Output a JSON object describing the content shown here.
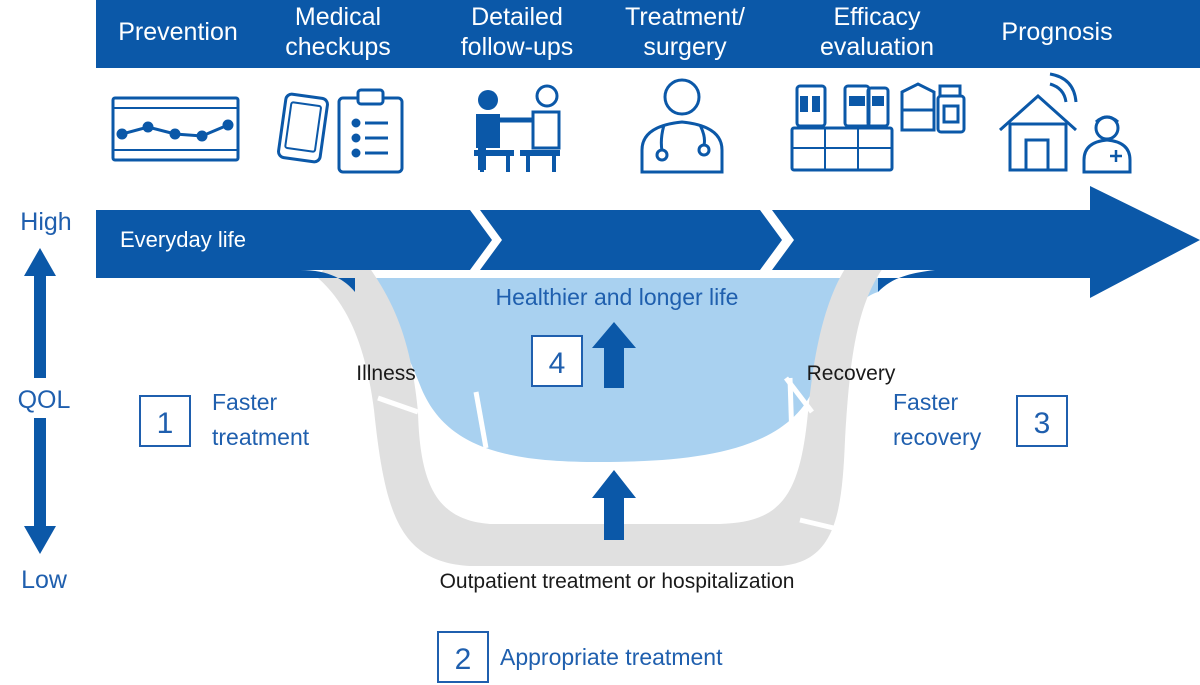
{
  "colors": {
    "primary": "#0b58a8",
    "light_blue": "#a9d1f0",
    "gray": "#e0e0e0",
    "text_blue": "#1f5fae",
    "text_dark": "#1a1a1a"
  },
  "header": {
    "stages": [
      {
        "line1": "Prevention",
        "line2": "",
        "icon": "chart-monitor-icon"
      },
      {
        "line1": "Medical",
        "line2": "checkups",
        "icon": "phone-clipboard-icon"
      },
      {
        "line1": "Detailed",
        "line2": "follow-ups",
        "icon": "consultation-icon"
      },
      {
        "line1": "Treatment/",
        "line2": "surgery",
        "icon": "doctor-icon"
      },
      {
        "line1": "Efficacy",
        "line2": "evaluation",
        "icon": "lab-equipment-icon"
      },
      {
        "line1": "Prognosis",
        "line2": "",
        "icon": "home-nurse-icon"
      }
    ]
  },
  "axis": {
    "high": "High",
    "mid": "QOL",
    "low": "Low"
  },
  "labels": {
    "everyday": "Everyday life",
    "healthier": "Healthier and longer life",
    "illness": "Illness",
    "recovery": "Recovery",
    "outpatient": "Outpatient treatment or hospitalization"
  },
  "points": [
    {
      "num": "1",
      "line1": "Faster",
      "line2": "treatment"
    },
    {
      "num": "2",
      "line1": "Appropriate treatment",
      "line2": ""
    },
    {
      "num": "3",
      "line1": "Faster",
      "line2": "recovery"
    },
    {
      "num": "4",
      "line1": "",
      "line2": ""
    }
  ]
}
